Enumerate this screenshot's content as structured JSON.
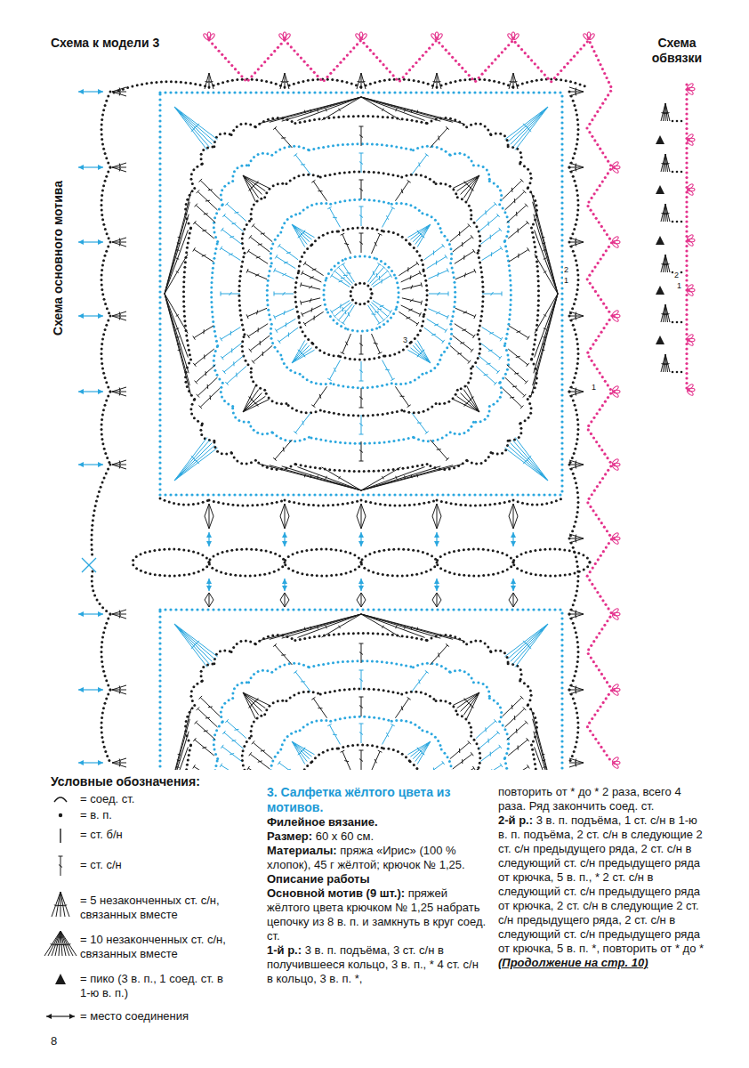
{
  "diagram": {
    "title": "Схема к модели 3",
    "labels": [
      "Схема обвязки",
      "Схема основного мотива",
      "2",
      "1",
      "3",
      "1",
      "2",
      "1",
      "Условные обозначения:",
      "3. Салфетка жёлтого цвета из мотивов.",
      "Филейное вязание.",
      "Размер:",
      "60 х 60 см.",
      "Материалы:",
      "пряжа «Ирис» (100 % хлопок), 45 г жёлтой; крючок № 1,25.",
      "Описание работы",
      "Основной мотив (9 шт.):",
      "пряжей жёлтого цвета крючком № 1,25 набрать цепочку из 8 в. п. и замкнуть в круг соед. ст.",
      "1-й р.:",
      "3 в. п. подъёма, 3 ст. с/н в получившееся кольцо, 3 в. п., * 4 ст. с/н в кольцо, 3 в. п. *,",
      "повторить от * до * 2 раза, всего 4 раза. Ряд закончить соед. ст.",
      "2-й р.:",
      "3 в. п. подъёма, 1 ст. с/н в 1-ю в. п. подъёма, 2 ст. с/н в следующие 2 ст. с/н предыдущего ряда, 2 ст. с/н в следующий ст. с/н предыдущего ряда от крючка, 5 в. п., * 2 ст. с/н в следующий ст. с/н предыдущего ряда от крючка, 2 ст. с/н в следующие 2 ст. с/н предыдущего ряда, 2 ст. с/н в следующий ст. с/н предыдущего ряда от крючка, 5 в. п. *, повторить от * до *",
      "(Продолжение на стр. 10)",
      "8"
    ],
    "legend": [
      {
        "text": "= соед. ст."
      },
      {
        "text": "= в. п."
      },
      {
        "text": "= ст. б/н"
      },
      {
        "text": "= ст. с/н"
      },
      {
        "text": "= 5 незаконченных ст. с/н, связанных вместе"
      },
      {
        "text": "= 10 незаконченных ст. с/н, связанных вместе"
      },
      {
        "text": "= пико (3 в. п., 1 соед. ст. в 1-ю в. п.)"
      },
      {
        "text": "= место соединения"
      }
    ]
  }
}
